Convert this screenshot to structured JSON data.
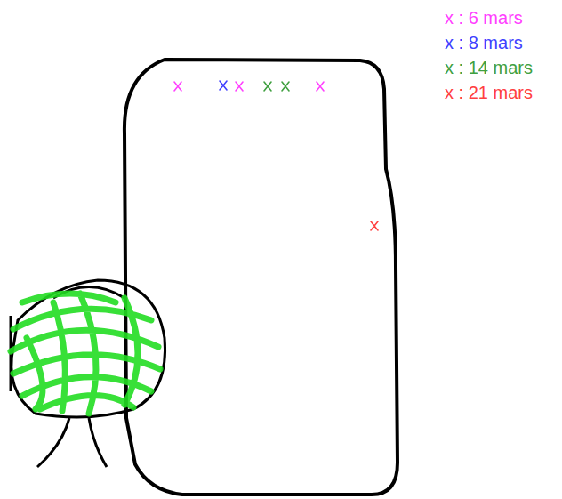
{
  "diagram": {
    "legend": [
      {
        "text": "x : 6 mars",
        "color": "#ff40ff"
      },
      {
        "text": "x : 8 mars",
        "color": "#4040ff"
      },
      {
        "text": "x : 14 mars",
        "color": "#40a040"
      },
      {
        "text": "x : 21 mars",
        "color": "#ff4040"
      }
    ]
  }
}
